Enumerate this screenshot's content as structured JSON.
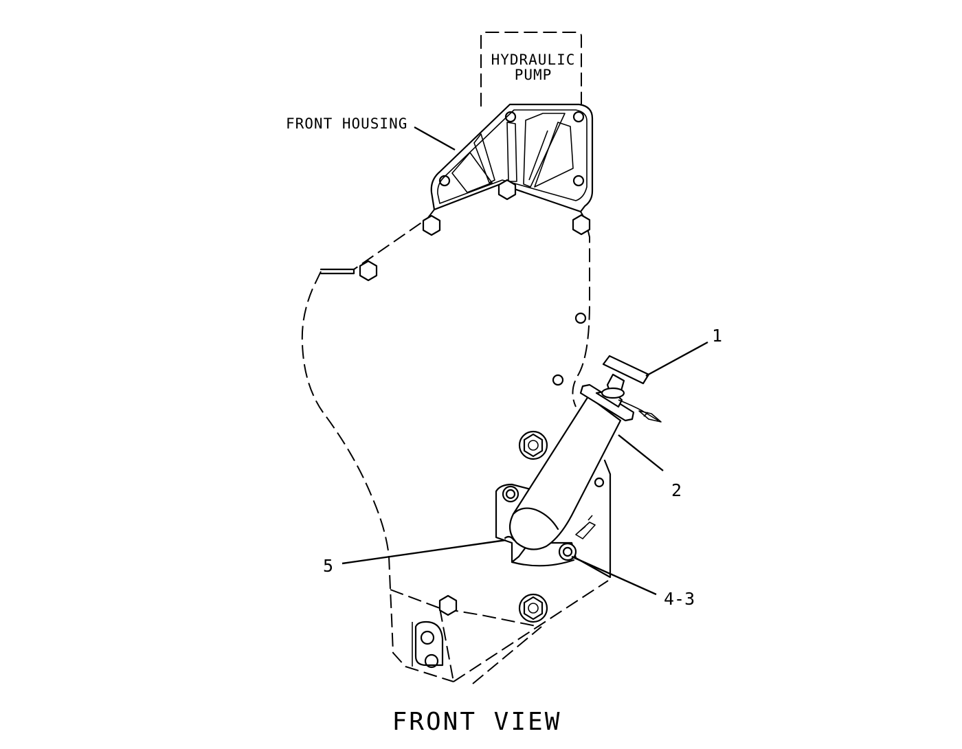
{
  "labels": {
    "hydraulic_pump_line1": "HYDRAULIC",
    "hydraulic_pump_line2": "PUMP",
    "front_housing": "FRONT HOUSING",
    "callout_1": "1",
    "callout_2": "2",
    "callout_5": "5",
    "callout_4_3": "4-3"
  },
  "caption": "FRONT VIEW"
}
